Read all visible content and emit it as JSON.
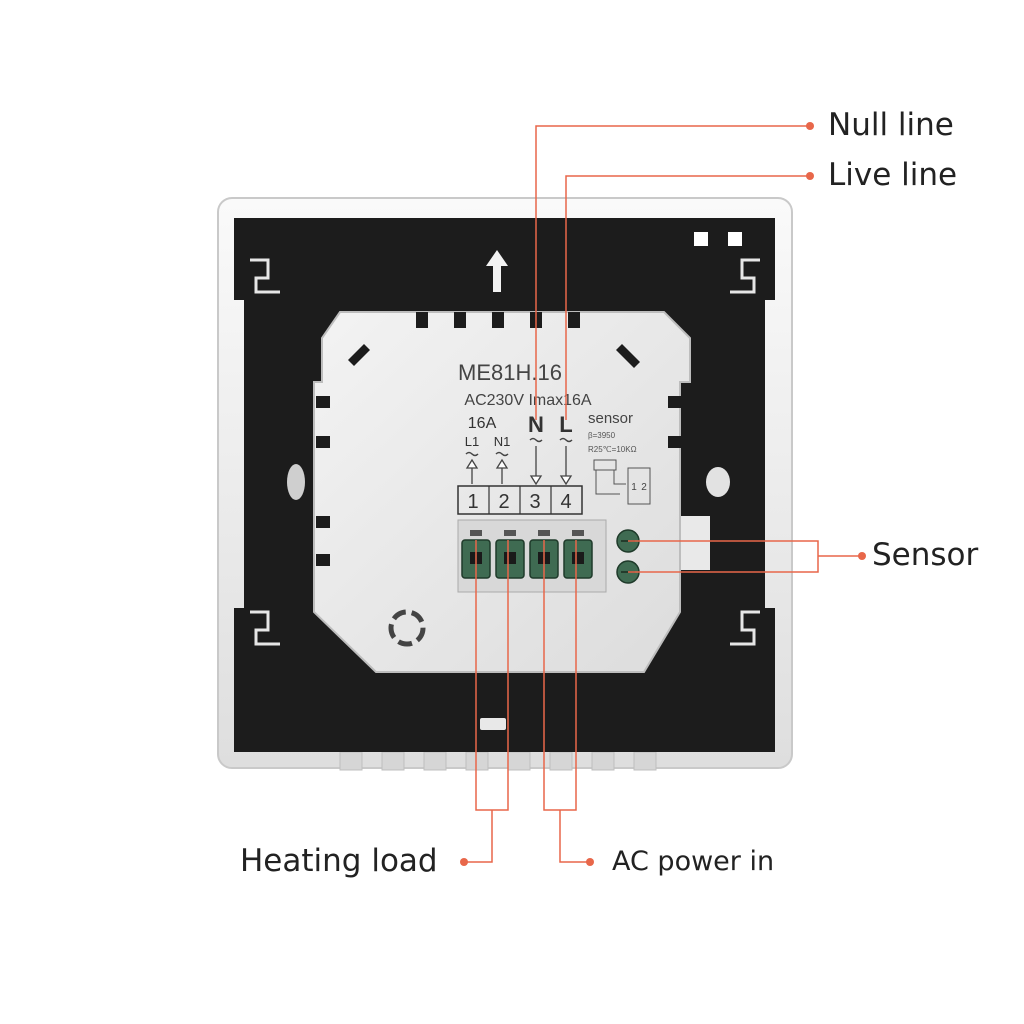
{
  "device": {
    "model": "ME81H.16",
    "rating": "AC230V Imax16A",
    "load_current": "16A",
    "load_terminal_labels": [
      "L1",
      "N1"
    ],
    "power_terminal_labels": [
      "N",
      "L"
    ],
    "terminal_numbers": [
      "1",
      "2",
      "3",
      "4"
    ],
    "sensor_title": "sensor",
    "sensor_beta": "β=3950",
    "sensor_resistance": "R25℃=10KΩ",
    "sensor_terminal_numbers": [
      "1",
      "2"
    ]
  },
  "callouts": {
    "null_line": "Null line",
    "live_line": "Live line",
    "sensor": "Sensor",
    "heating_load": "Heating load",
    "ac_power_in": "AC power in"
  },
  "colors": {
    "leader_line": "#e8674a",
    "panel_black": "#1c1c1c",
    "frame_white": "#f2f2f2",
    "module_white": "#ebebeb",
    "terminal_green": "#3f6b52"
  },
  "icons": {
    "up_arrow": "up-arrow-icon",
    "screw_hole": "screw-hole-icon",
    "ground_tilde": "tilde-icon"
  }
}
